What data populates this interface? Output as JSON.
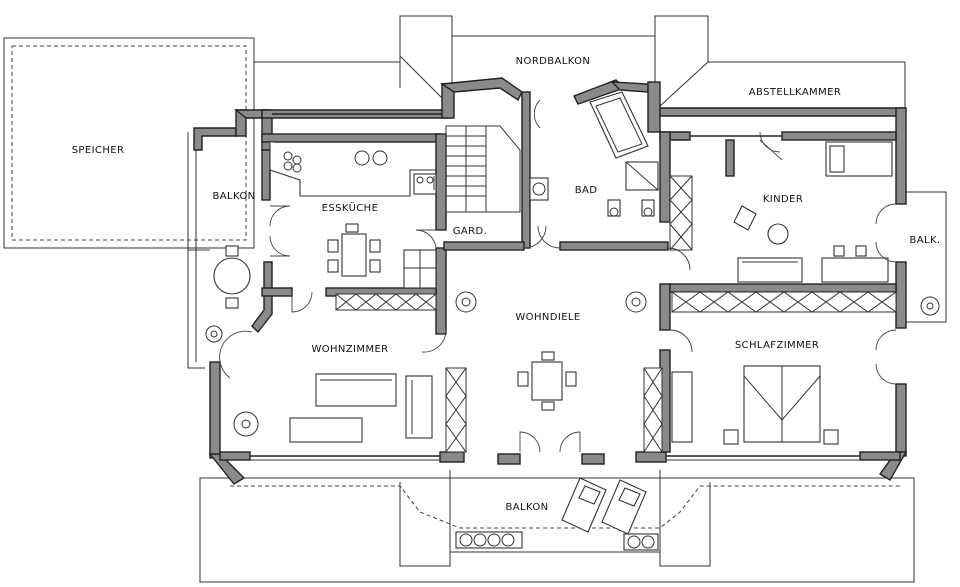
{
  "rooms": {
    "speicher": "SPEICHER",
    "nordbalkon": "NORDBALKON",
    "abstellkammer": "ABSTELLKAMMER",
    "balkon_west": "BALKON",
    "esskueche": "ESSKÜCHE",
    "bad": "BAD",
    "kinder": "KINDER",
    "balk": "BALK.",
    "gard": "GARD.",
    "wohndiele": "WOHNDIELE",
    "wohnzimmer": "WOHNZIMMER",
    "schlafzimmer": "SCHLAFZIMMER",
    "balkon_sued": "BALKON"
  },
  "colors": {
    "wall_fill": "#8a8a8a",
    "line": "#222222",
    "background": "#ffffff"
  }
}
